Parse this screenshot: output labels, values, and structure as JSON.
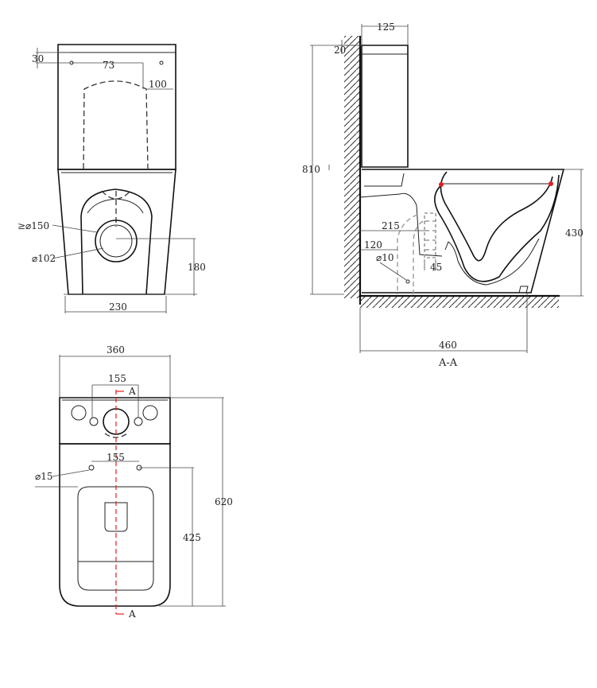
{
  "accent_color": "#e02020",
  "front_view": {
    "dim_30": "30",
    "dim_73": "73",
    "dim_100": "100",
    "dim_d150": "≥⌀150",
    "dim_d102": "⌀102",
    "dim_180": "180",
    "dim_230": "230"
  },
  "top_view": {
    "dim_360": "360",
    "dim_155_tank": "155",
    "dim_155_bowl": "155",
    "dim_d15": "⌀15",
    "dim_425": "425",
    "dim_620": "620",
    "section_mark_top": "A",
    "section_mark_bottom": "A"
  },
  "side_section": {
    "dim_125": "125",
    "dim_20": "20",
    "dim_810": "810",
    "dim_430": "430",
    "dim_215": "215",
    "dim_120": "120",
    "dim_d10": "⌀10",
    "dim_45": "45",
    "dim_460": "460",
    "section_title": "A-A"
  }
}
